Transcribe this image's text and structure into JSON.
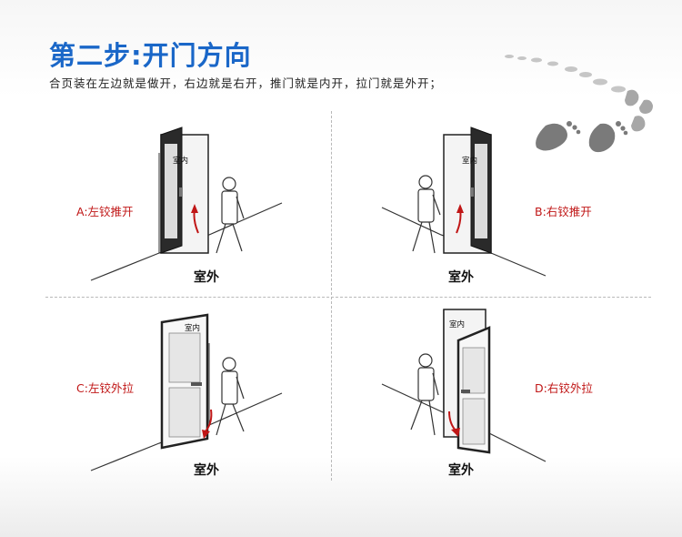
{
  "title": "第二步:开门方向",
  "subtitle": "合页装在左边就是做开，右边就是右开，推门就是内开，拉门就是外开；",
  "panels": {
    "a": {
      "label": "A:左铰推开",
      "inside": "室内",
      "outside": "室外"
    },
    "b": {
      "label": "B:右铰推开",
      "inside": "室内",
      "outside": "室外"
    },
    "c": {
      "label": "C:左铰外拉",
      "inside": "室内",
      "outside": "室外"
    },
    "d": {
      "label": "D:右铰外拉",
      "inside": "室内",
      "outside": "室外"
    }
  },
  "colors": {
    "title": "#1a67c8",
    "label": "#c01616",
    "arrow": "#c01616",
    "footprints": "#8a8a8a"
  },
  "icons": [
    "footprints-icon",
    "door-icon",
    "person-icon",
    "swing-arrow-icon"
  ]
}
